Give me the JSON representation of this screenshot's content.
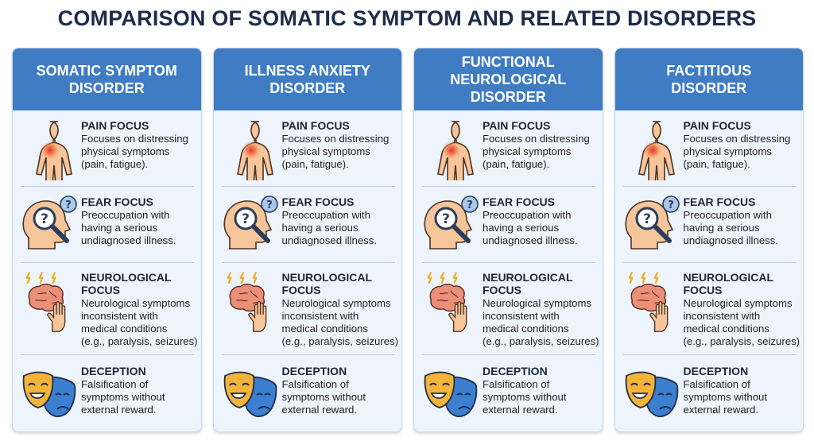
{
  "title": "COMPARISON OF SOMATIC SYMPTOM AND RELATED DISORDERS",
  "colors": {
    "header": "#3f7cc4",
    "panel": "#eef4fb",
    "title": "#1c2c4a"
  },
  "columns": [
    {
      "heading": "SOMATIC SYMPTOM\nDISORDER",
      "rows": [
        {
          "icon": "body-pain-icon",
          "heading": "PAIN FOCUS",
          "text": "Focuses on distressing\nphysical symptoms\n(pain, fatigue)."
        },
        {
          "icon": "head-question-magnifier-icon",
          "heading": "FEAR FOCUS",
          "text": "Preoccupation with\nhaving a serious\nundiagnosed illness."
        },
        {
          "icon": "brain-hand-lightning-icon",
          "heading": "NEUROLOGICAL\nFOCUS",
          "text": "Neurological symptoms\ninconsistent with\nmedical conditions\n(e.g., paralysis, seizures)"
        },
        {
          "icon": "theater-masks-icon",
          "heading": "DECEPTION",
          "text": "Falsification of\nsymptoms without\nexternal reward."
        }
      ]
    },
    {
      "heading": "ILLNESS ANXIETY\nDISORDER",
      "rows": [
        {
          "icon": "body-pain-icon",
          "heading": "PAIN FOCUS",
          "text": "Focuses on distressing\nphysical symptoms\n(pain, fatigue)."
        },
        {
          "icon": "head-question-magnifier-icon",
          "heading": "FEAR FOCUS",
          "text": "Preoccupation with\nhaving a serious\nundiagnosed illness."
        },
        {
          "icon": "brain-hand-lightning-icon",
          "heading": "NEUROLOGICAL\nFOCUS",
          "text": "Neurological symptoms\ninconsistent with\nmedical conditions\n(e.g., paralysis, seizures)"
        },
        {
          "icon": "theater-masks-icon",
          "heading": "DECEPTION",
          "text": "Falsification of\nsymptoms without\nexternal reward."
        }
      ]
    },
    {
      "heading": "FUNCTIONAL\nNEUROLOGICAL\nDISORDER",
      "rows": [
        {
          "icon": "body-pain-icon",
          "heading": "PAIN FOCUS",
          "text": "Focuses on distressing\nphysical symptoms\n(pain, fatigue)."
        },
        {
          "icon": "head-question-magnifier-icon",
          "heading": "FEAR FOCUS",
          "text": "Preoccupation with\nhaving a serious\nundiagnosed illness."
        },
        {
          "icon": "brain-hand-lightning-icon",
          "heading": "NEUROLOGICAL\nFOCUS",
          "text": "Neurological symptoms\ninconsistent with\nmedical conditions\n(e.g., paralysis, seizures)"
        },
        {
          "icon": "theater-masks-icon",
          "heading": "DECEPTION",
          "text": "Falsification of\nsymptoms without\nexternal reward."
        }
      ]
    },
    {
      "heading": "FACTITIOUS\nDISORDER",
      "rows": [
        {
          "icon": "body-pain-icon",
          "heading": "PAIN FOCUS",
          "text": "Focuses on distressing\nphysical symptoms\n(pain, fatigue)."
        },
        {
          "icon": "head-question-magnifier-icon",
          "heading": "FEAR FOCUS",
          "text": "Preoccupation with\nhaving a serious\nundiagnosed illness."
        },
        {
          "icon": "brain-hand-lightning-icon",
          "heading": "NEUROLOGICAL\nFOCUS",
          "text": "Neurological symptoms\ninconsistent with\nmedical conditions\n(e.g., paralysis, seizures)"
        },
        {
          "icon": "theater-masks-icon",
          "heading": "DECEPTION",
          "text": "Falsification of\nsymptoms without\nexternal reward."
        }
      ]
    }
  ]
}
